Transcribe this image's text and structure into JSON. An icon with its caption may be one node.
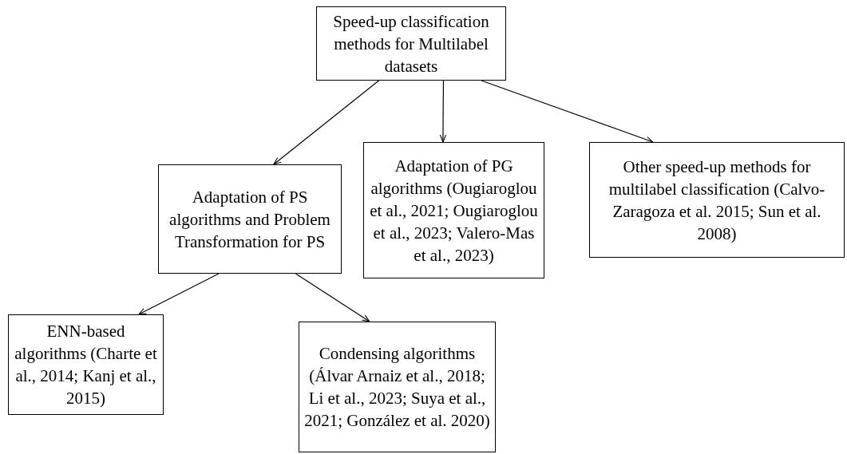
{
  "diagram": {
    "nodes": [
      {
        "text": [
          "Speed-up classification methods for Multilabel datasets"
        ]
      },
      {
        "text": [
          "Adaptation of PS algorithms and Problem Transformation for PS"
        ]
      },
      {
        "text": [
          "Adaptation of PG algorithms (Ougiaroglou et al., 2021; Ougiaroglou et al., 2023; Valero-Mas et al., 2023)"
        ]
      },
      {
        "text": [
          "Other speed-up methods for multilabel classification (Calvo-Zaragoza et al. 2015; Sun et al. 2008)"
        ]
      },
      {
        "text": [
          "ENN-based algorithms (Charte et al., 2014; Kanj et al., 2015)"
        ]
      },
      {
        "text": [
          "Condensing algorithms (Álvar Arnaiz et al., 2018; Li et al., 2023; Suya et al., 2021; González et al. 2020)"
        ]
      }
    ],
    "edges": [
      {
        "from": 0,
        "to": 1,
        "arrow": "to"
      },
      {
        "from": 0,
        "to": 2,
        "arrow": "to"
      },
      {
        "from": 0,
        "to": 3,
        "arrow": "to"
      },
      {
        "from": 1,
        "to": 4,
        "arrow": "to"
      },
      {
        "from": 1,
        "to": 5,
        "arrow": "to"
      }
    ]
  }
}
